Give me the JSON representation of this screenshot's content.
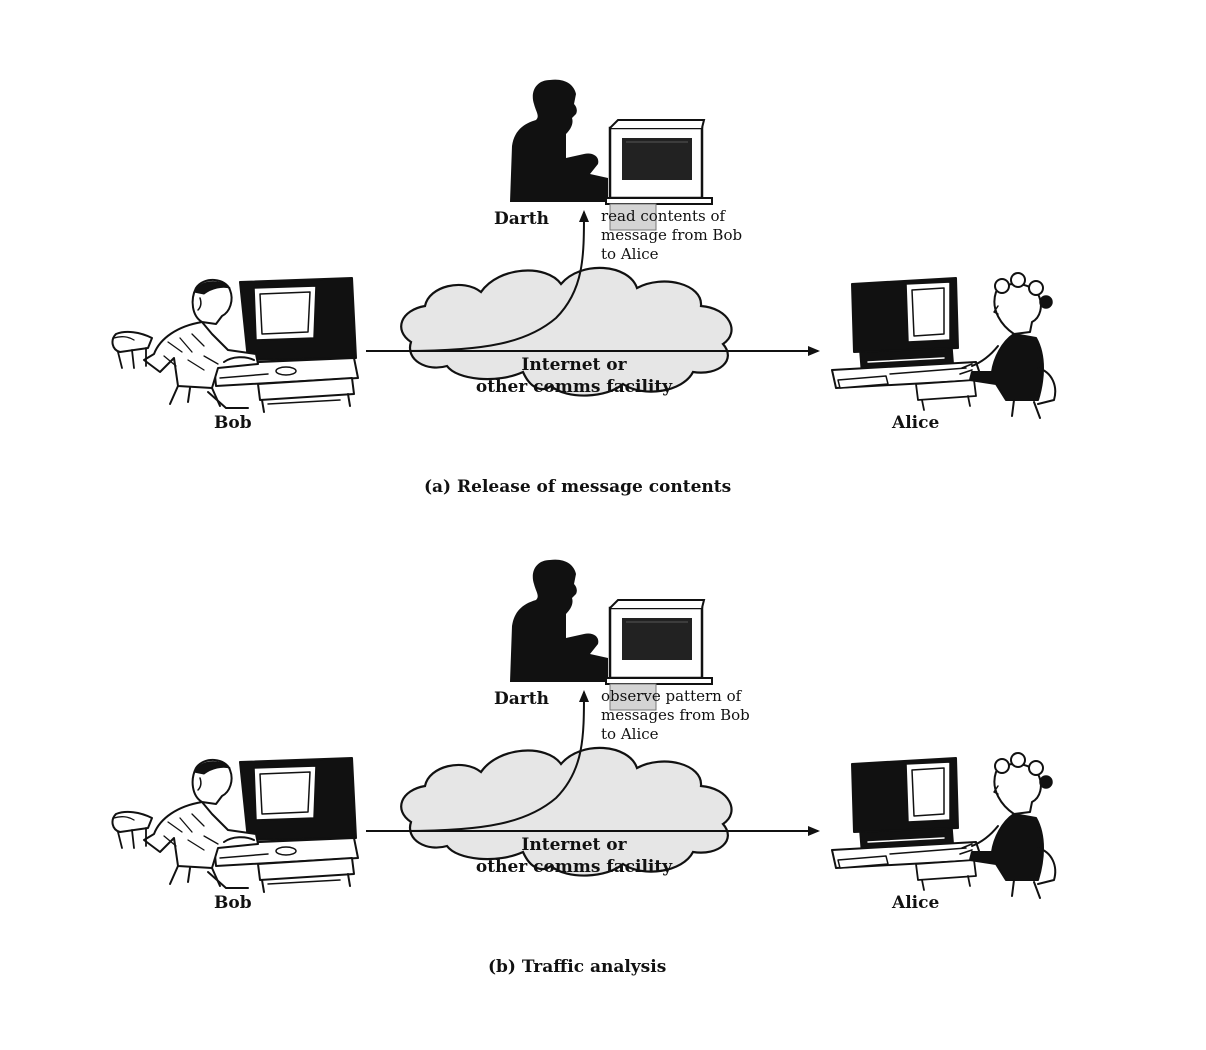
{
  "panels": [
    {
      "id": "a",
      "darth_label": "Darth",
      "darth_note": "read contents of\nmessage from Bob\nto Alice",
      "cloud_label": "Internet or\nother comms facility",
      "bob_label": "Bob",
      "alice_label": "Alice",
      "caption": "(a) Release of message contents"
    },
    {
      "id": "b",
      "darth_label": "Darth",
      "darth_note": "observe pattern of\nmessages from Bob\nto Alice",
      "cloud_label": "Internet or\nother comms facility",
      "bob_label": "Bob",
      "alice_label": "Alice",
      "caption": "(b) Traffic analysis"
    }
  ],
  "colors": {
    "cloud_fill": "#e6e6e6",
    "ink": "#111111"
  }
}
